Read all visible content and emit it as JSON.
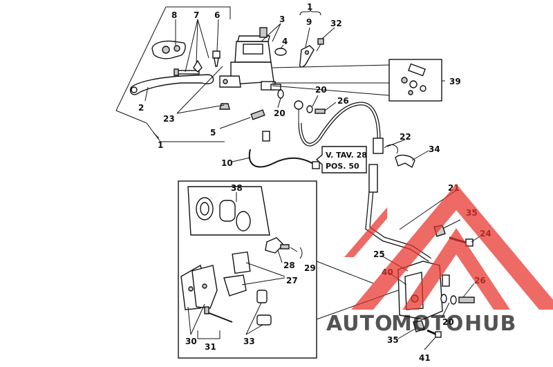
{
  "labels": {
    "l1a": "1",
    "l1b": "1",
    "l2": "2",
    "l3": "3",
    "l4": "4",
    "l5": "5",
    "l6": "6",
    "l7": "7",
    "l8": "8",
    "l9": "9",
    "l10": "10",
    "l20a": "20",
    "l20b": "20",
    "l20c": "20",
    "l21": "21",
    "l22": "22",
    "l23": "23",
    "l24": "24",
    "l25": "25",
    "l26a": "26",
    "l26b": "26",
    "l27": "27",
    "l28": "28",
    "l29": "29",
    "l30": "30",
    "l31": "31",
    "l32": "32",
    "l33": "33",
    "l34": "34",
    "l35a": "35",
    "l35b": "35",
    "l38": "38",
    "l39": "39",
    "l40": "40",
    "l41": "41"
  },
  "reference_box": {
    "line1": "V. TAV. 28",
    "line2": "POS. 50"
  },
  "watermark": {
    "text_auto": "AUTO",
    "text_moto": "MOTO",
    "text_hub": "HUB",
    "colors": {
      "red": "#e8322a",
      "yellow": "#f3b51c",
      "gray": "#8a8a8a"
    }
  }
}
